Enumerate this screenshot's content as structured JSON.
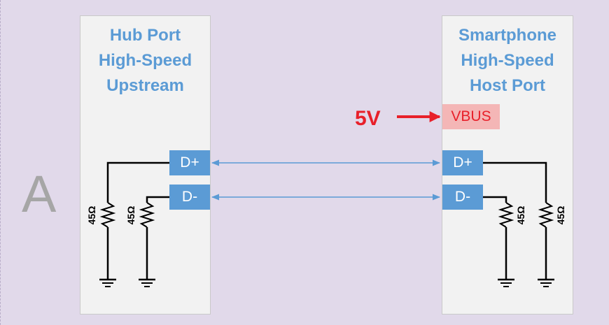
{
  "diagram": {
    "side_letter": "A",
    "hub_port": {
      "title": "Hub Port\nHigh-Speed\nUpstream",
      "pins": {
        "dplus": "D+",
        "dminus": "D-"
      },
      "resistors": [
        "45Ω",
        "45Ω"
      ]
    },
    "phone_port": {
      "title": "Smartphone\nHigh-Speed\nHost Port",
      "vbus": "VBUS",
      "pins": {
        "dplus": "D+",
        "dminus": "D-"
      },
      "resistors": [
        "45Ω",
        "45Ω"
      ]
    },
    "supply": {
      "label": "5V"
    },
    "colors": {
      "title": "#5b9bd5",
      "pin_fill": "#5b9bd5",
      "link_line": "#5b9bd5",
      "vbus_fill": "#f4b6b6",
      "supply": "#e8202a",
      "background": "#e1d9ea"
    }
  }
}
